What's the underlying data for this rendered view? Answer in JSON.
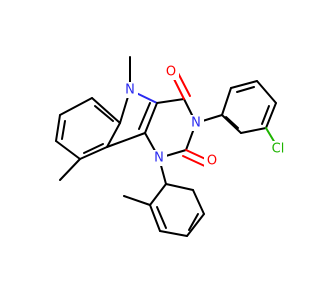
{
  "molecule": {
    "atoms": [
      {
        "id": "n5",
        "symbol": "N",
        "color": "#2a2af0"
      },
      {
        "id": "n3",
        "symbol": "N",
        "color": "#2a2af0"
      },
      {
        "id": "n1",
        "symbol": "N",
        "color": "#2a2af0"
      },
      {
        "id": "o4",
        "symbol": "O",
        "color": "#ff0000"
      },
      {
        "id": "o2",
        "symbol": "O",
        "color": "#ff0000"
      },
      {
        "id": "cl",
        "symbol": "Cl",
        "color": "#1eb400"
      }
    ]
  }
}
